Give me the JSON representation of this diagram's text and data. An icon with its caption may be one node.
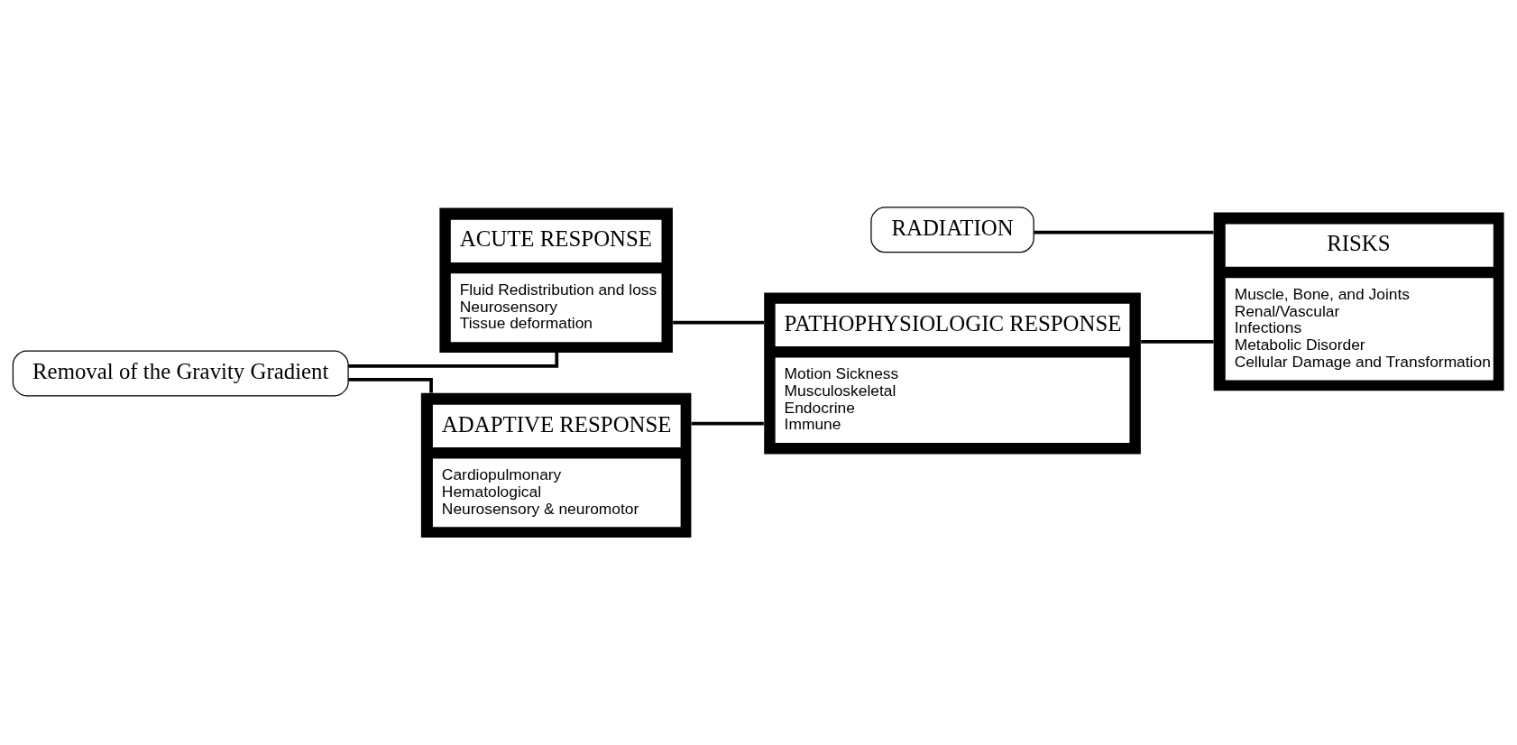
{
  "diagram": {
    "nodes": [
      {
        "text": [
          "ACUTE RESPONSE",
          "Fluid Redistribution and loss",
          "Neurosensory",
          "Tissue deformation"
        ]
      },
      {
        "text": [
          "Removal of the Gravity Gradient"
        ]
      },
      {
        "text": [
          "ADAPTIVE RESPONSE",
          "Cardiopulmonary",
          "Hematological",
          "Neurosensory & neuromotor"
        ]
      },
      {
        "text": [
          "PATHOPHYSIOLOGIC RESPONSE",
          "Motion Sickness",
          "Musculoskeletal",
          "Endocrine",
          "Immune"
        ]
      },
      {
        "text": [
          "RADIATION"
        ]
      },
      {
        "text": [
          "RISKS",
          "Muscle, Bone, and Joints",
          "Renal/Vascular",
          "Infections",
          "Metabolic Disorder",
          "Cellular Damage and Transformation"
        ]
      }
    ],
    "edges": [
      {
        "from": 1,
        "to": 0,
        "arrow": "none"
      },
      {
        "from": 1,
        "to": 2,
        "arrow": "none"
      },
      {
        "from": 0,
        "to": 3,
        "arrow": "none"
      },
      {
        "from": 2,
        "to": 3,
        "arrow": "none"
      },
      {
        "from": 3,
        "to": 5,
        "arrow": "none"
      },
      {
        "from": 4,
        "to": 5,
        "arrow": "none"
      }
    ]
  }
}
